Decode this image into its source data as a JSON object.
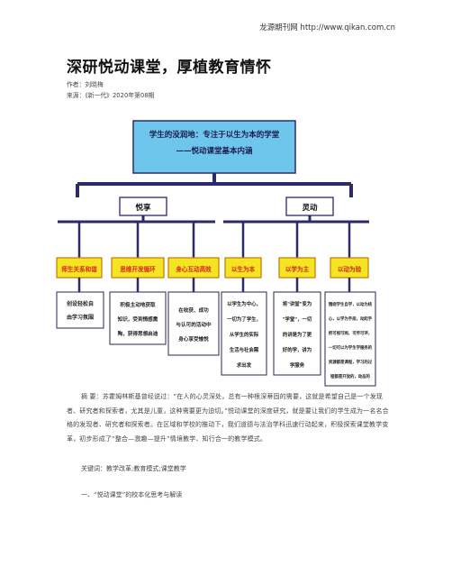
{
  "header": {
    "site": "龙源期刊网 http://www.qikan.com.cn"
  },
  "article": {
    "title": "深研悦动课堂，厚植教育情怀",
    "author": "作者：刘晓梅",
    "source": "来源：《新一代》2020年第08期"
  },
  "diagram": {
    "root_line1": "学生的没润地：专注于以生为本的学堂",
    "root_line2": "——悦动课堂基本内涵",
    "left_branch": "悦享",
    "right_branch": "灵动",
    "categories": [
      "师生关系和谐",
      "思维开发循环",
      "身心互动高效",
      "以生为本",
      "以学为主",
      "以动为验"
    ],
    "details": [
      [
        "创设轻松自",
        "由学习氛围"
      ],
      [
        "积极主动地获取",
        "知识，受到情感熏",
        "陶，获得思想启迪"
      ],
      [
        "在收获、成功",
        "与认可的活动中",
        "身心享受愉悦"
      ],
      [
        "以学生为中心，",
        "一切为了学生，",
        "从学生的实际",
        "生活与社会需",
        "求出发"
      ],
      [
        "将\"讲堂\"变为",
        "\"学堂\"，一切",
        "的讲是为了更",
        "好的学，讲为",
        "学服务"
      ],
      [
        "围绕学生自学，以动为核",
        "心，以学为手段，动起手",
        "把可视可闻，可传可评，",
        "一切可以为学生学服务的",
        "资源都是课程，学习的过",
        "程都是开放的，动态的"
      ]
    ],
    "colors": {
      "root_fill": "#6ec6ec",
      "connector": "#2b2b6b",
      "category_fill": "#f4e421",
      "category_text": "#d8261d",
      "detail_border": "#3a3a6a"
    }
  },
  "body": {
    "abstract": "摘 要：苏霍姆林斯基曾经说过：“在人的心灵深处，总有一种根深蒂固的需要，这就是希望自己是一个发现者、研究者和探索者，尤其是儿童，这种需要更为迫切。”悦动课堂的深度研究，就是要让我们的学生成为一名名合格的发现者、研究者和探索者。在区域和学校的推动下，我们道德与法治学科迅速行动起来，积极探索课堂教学变革，初步形成了“整合—激趣—提升”情境教学、知行合一的教学模式。",
    "keywords": "关键词：教学改革;教育模式;课堂教学",
    "section_heading": "一、“悦动课堂”的校本化思考与解读"
  }
}
